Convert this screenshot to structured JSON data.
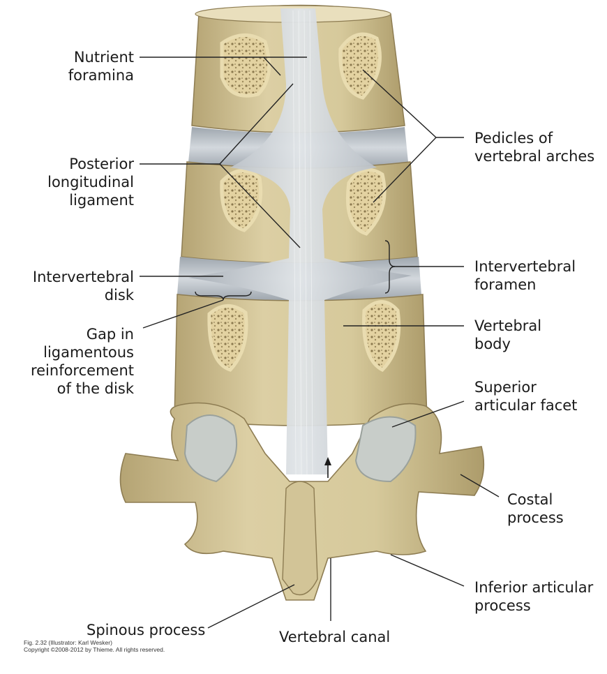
{
  "labels": {
    "nutrient_foramina": "Nutrient\nforamina",
    "posterior_ligament": "Posterior\nlongitudinal\nligament",
    "intervertebral_disk": "Intervertebral\ndisk",
    "gap_ligamentous": "Gap in\nligamentous\nreinforcement\nof the disk",
    "pedicles": "Pedicles of\nvertebral arches",
    "intervertebral_foramen": "Intervertebral\nforamen",
    "vertebral_body": "Vertebral\nbody",
    "superior_facet": "Superior\narticular facet",
    "costal_process": "Costal\nprocess",
    "inferior_process": "Inferior articular\nprocess",
    "spinous_process": "Spinous process",
    "vertebral_canal": "Vertebral canal"
  },
  "credit": {
    "line1": "Fig. 2.32   (Illustrator: Karl Wesker)",
    "line2": "Copyright ©2008-2012 by Thieme. All rights reserved."
  },
  "colors": {
    "bone": "#d8cba0",
    "bone_shade": "#b9a877",
    "cancellous": "#e4d3a2",
    "ligament": "#c9cfd4",
    "disk": "#c3c8cf",
    "facet": "#c6cbc7"
  }
}
